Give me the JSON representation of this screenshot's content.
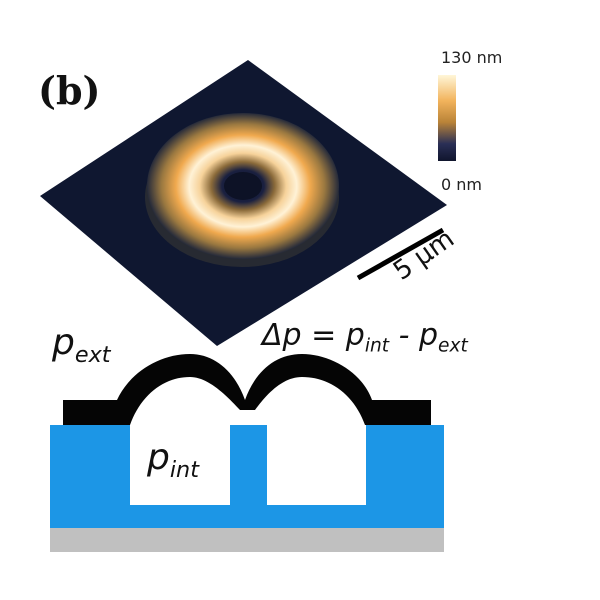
{
  "panel_label": "(b)",
  "colorbar": {
    "max_label": "130 nm",
    "min_label": "0 nm",
    "colors": [
      "#fff6d8",
      "#f2b35c",
      "#b98338",
      "#2a2f56",
      "#10152d"
    ]
  },
  "scale_bar": {
    "label": "5 µm"
  },
  "pressure": {
    "p_main": "p",
    "ext_sub": "ext",
    "int_sub": "int",
    "equation_delta": "Δp",
    "equation_equals": " = ",
    "equation_minus": " - "
  },
  "colors": {
    "substrate_blue": "#1c96e6",
    "membrane": "#050505",
    "base_gray": "#c0c0c0",
    "afm_background": "#0f1730"
  }
}
